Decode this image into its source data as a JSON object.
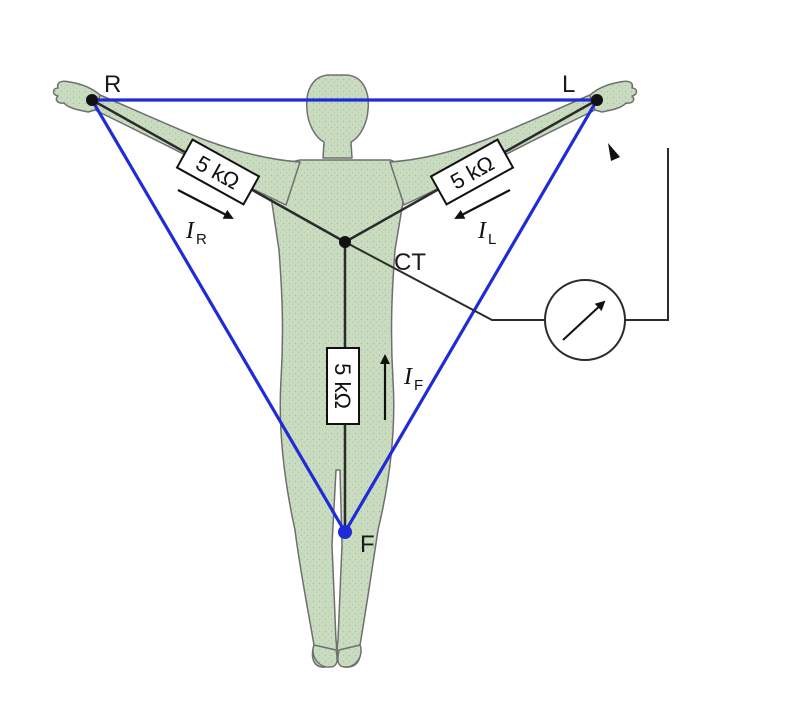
{
  "nodes": {
    "right_arm": "R",
    "left_arm": "L",
    "foot": "F",
    "central_terminal": "CT"
  },
  "resistors": {
    "right": "5 kΩ",
    "left": "5 kΩ",
    "foot": "5 kΩ"
  },
  "currents": {
    "right": {
      "symbol": "I",
      "sub": "R"
    },
    "left": {
      "symbol": "I",
      "sub": "L"
    },
    "foot": {
      "symbol": "I",
      "sub": "F"
    }
  },
  "colors": {
    "body_fill": "#c9dcc0",
    "body_stroke": "#6f6f6f",
    "triangle": "#1f2bd6",
    "wire": "#2b2b2b"
  },
  "icons": [
    "voltmeter-icon",
    "arrow-icon"
  ]
}
